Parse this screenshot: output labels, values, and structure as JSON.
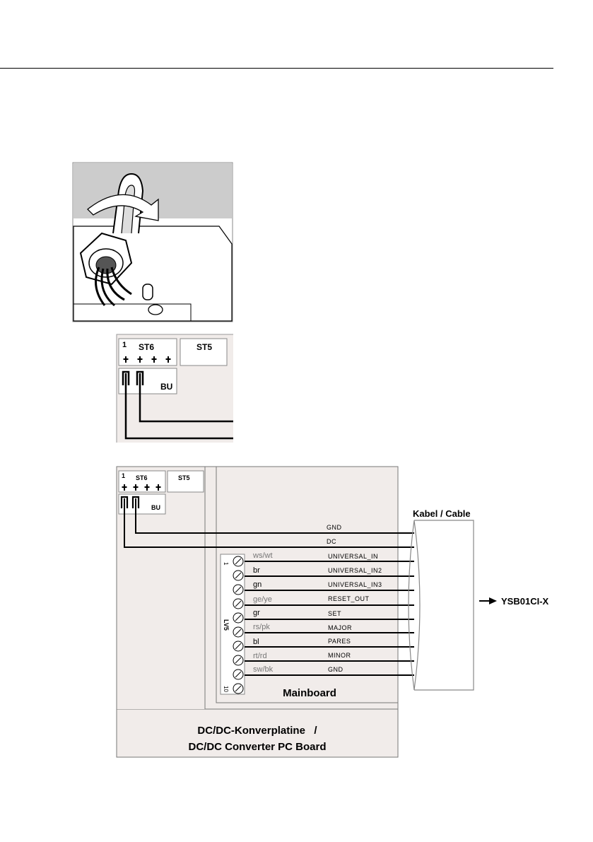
{
  "illustration": {
    "connector": {
      "label_1": "1",
      "label_st6": "ST6",
      "label_st5": "ST5",
      "label_bu": "BU"
    }
  },
  "diagram": {
    "connector": {
      "label_1": "1",
      "label_st6": "ST6",
      "label_st5": "ST5",
      "label_bu": "BU"
    },
    "cable_label": "Kabel / Cable",
    "target_label": "YSB01CI-X",
    "dc_wires": [
      {
        "signal": "GND"
      },
      {
        "signal": "DC"
      }
    ],
    "terminal_block": {
      "label": "LV5",
      "first": "1",
      "last": "10"
    },
    "terminals": [
      {
        "color": "ws/wt",
        "signal": "UNIVERSAL_IN",
        "color_gray": true
      },
      {
        "color": "br",
        "signal": "UNIVERSAL_IN2",
        "color_gray": false
      },
      {
        "color": "gn",
        "signal": "UNIVERSAL_IN3",
        "color_gray": false
      },
      {
        "color": "ge/ye",
        "signal": "RESET_OUT",
        "color_gray": true
      },
      {
        "color": "gr",
        "signal": "SET",
        "color_gray": false
      },
      {
        "color": "rs/pk",
        "signal": "MAJOR",
        "color_gray": true
      },
      {
        "color": "bl",
        "signal": "PARES",
        "color_gray": false
      },
      {
        "color": "rt/rd",
        "signal": "MINOR",
        "color_gray": true
      },
      {
        "color": "sw/bk",
        "signal": "GND",
        "color_gray": true
      }
    ],
    "mainboard_label": "Mainboard",
    "converter_label_1": "DC/DC-Konverplatine   /",
    "converter_label_2": "DC/DC Converter PC Board"
  }
}
